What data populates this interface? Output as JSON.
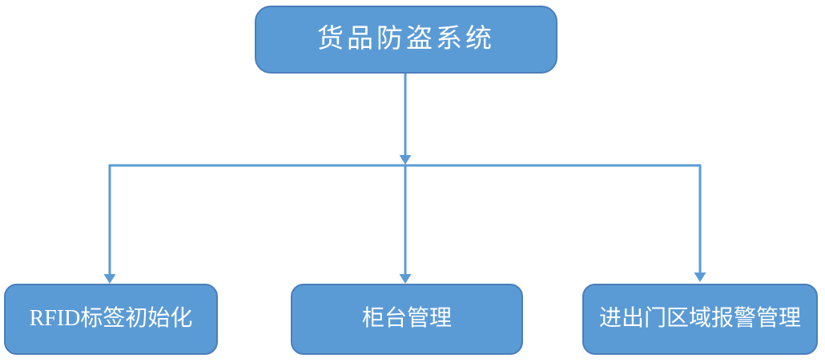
{
  "diagram": {
    "root_node": {
      "label": "货品防盗系统"
    },
    "child_nodes": [
      {
        "label": "RFID标签初始化"
      },
      {
        "label": "柜台管理"
      },
      {
        "label": "进出门区域报警管理"
      }
    ],
    "colors": {
      "node_fill": "#5b9bd5",
      "node_border": "#4a7ebb",
      "connector": "#5b9bd5",
      "label_text": "#ffffff",
      "background": "#ffffff"
    }
  }
}
